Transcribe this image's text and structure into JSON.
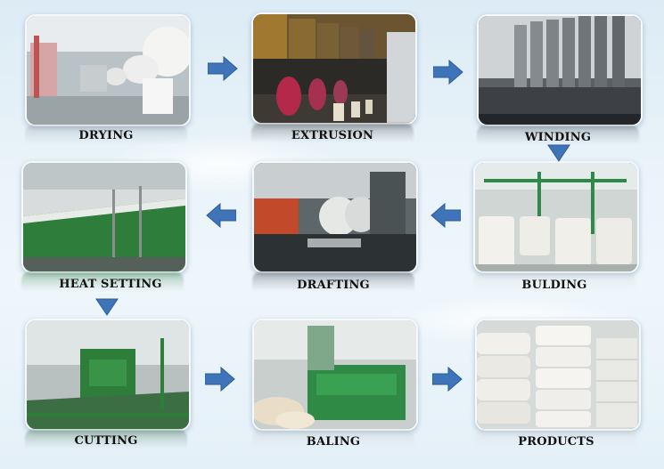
{
  "steps": [
    {
      "id": "drying",
      "label": "DRYING"
    },
    {
      "id": "extrusion",
      "label": "EXTRUSION"
    },
    {
      "id": "winding",
      "label": "WINDING"
    },
    {
      "id": "heat-setting",
      "label": "HEAT SETTING"
    },
    {
      "id": "drafting",
      "label": "DRAFTING"
    },
    {
      "id": "bulding",
      "label": "BULDING"
    },
    {
      "id": "cutting",
      "label": "CUTTING"
    },
    {
      "id": "baling",
      "label": "BALING"
    },
    {
      "id": "products",
      "label": "PRODUCTS"
    }
  ],
  "colors": {
    "arrow": "#3f74b8",
    "machine_green": "#2f7d3a",
    "label": "#111111"
  },
  "arrows": [
    {
      "name": "drying-to-extrusion",
      "direction": "right"
    },
    {
      "name": "extrusion-to-winding",
      "direction": "right"
    },
    {
      "name": "winding-to-bulding",
      "direction": "down"
    },
    {
      "name": "bulding-to-drafting",
      "direction": "left"
    },
    {
      "name": "drafting-to-heat-setting",
      "direction": "left"
    },
    {
      "name": "heat-setting-to-cutting",
      "direction": "down"
    },
    {
      "name": "cutting-to-baling",
      "direction": "right"
    },
    {
      "name": "baling-to-products",
      "direction": "right"
    }
  ]
}
